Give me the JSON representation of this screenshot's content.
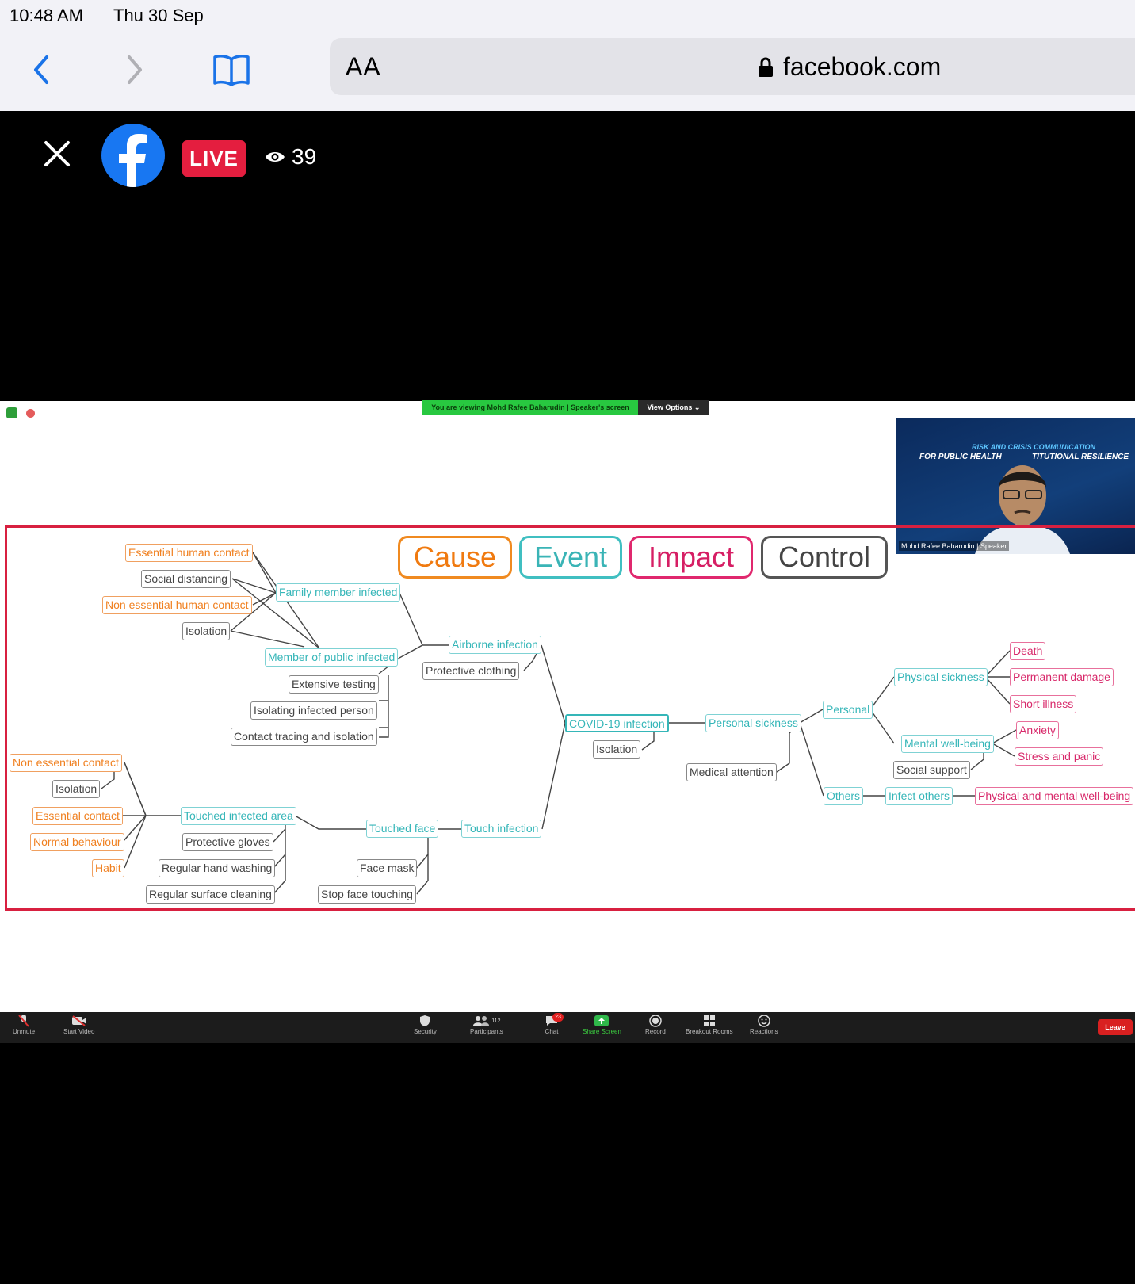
{
  "status": {
    "time": "10:48 AM",
    "date": "Thu 30 Sep"
  },
  "browser": {
    "aa_label": "AA",
    "host": "facebook.com"
  },
  "facebook": {
    "live_label": "LIVE",
    "viewer_count": "39"
  },
  "zoom": {
    "banner": "You are viewing Mohd Rafee Baharudin | Speaker's screen",
    "view_options": "View Options ⌄",
    "speaker_label": "Mohd Rafee Baharudin | Speaker",
    "speaker_slide_title1": "RISK AND CRISIS COMMUNICATION",
    "speaker_slide_title2": "FOR PUBLIC HEALTH",
    "speaker_slide_title3": "TITUTIONAL RESILIENCE",
    "toolbar": {
      "unmute": "Unmute",
      "start_video": "Start Video",
      "security": "Security",
      "participants": "Participants",
      "participants_count": "112",
      "chat": "Chat",
      "chat_badge": "23",
      "share_screen": "Share Screen",
      "record": "Record",
      "breakout": "Breakout Rooms",
      "reactions": "Reactions",
      "leave": "Leave"
    }
  },
  "legend": {
    "cause": "Cause",
    "event": "Event",
    "impact": "Impact",
    "control": "Control"
  },
  "nodes": {
    "essential_human_contact": "Essential human contact",
    "social_distancing": "Social distancing",
    "non_essential_human_contact": "Non essential human contact",
    "isolation_a": "Isolation",
    "family_member_infected": "Family member infected",
    "member_public_infected": "Member of public infected",
    "extensive_testing": "Extensive testing",
    "isolating_infected_person": "Isolating infected person",
    "contact_tracing": "Contact tracing and isolation",
    "airborne_infection": "Airborne infection",
    "protective_clothing": "Protective clothing",
    "covid_infection": "COVID-19 infection",
    "isolation_b": "Isolation",
    "personal_sickness": "Personal sickness",
    "medical_attention": "Medical attention",
    "personal": "Personal",
    "physical_sickness": "Physical sickness",
    "death": "Death",
    "permanent_damage": "Permanent damage",
    "short_illness": "Short illness",
    "mental_wellbeing": "Mental well-being",
    "anxiety": "Anxiety",
    "stress_panic": "Stress and panic",
    "social_support": "Social support",
    "others": "Others",
    "infect_others": "Infect others",
    "phys_mental_wellbeing": "Physical and mental well-being",
    "non_essential_contact": "Non essential contact",
    "isolation_c": "Isolation",
    "essential_contact": "Essential contact",
    "normal_behaviour": "Normal behaviour",
    "habit": "Habit",
    "touched_infected_area": "Touched infected area",
    "protective_gloves": "Protective gloves",
    "regular_hand_washing": "Regular hand washing",
    "regular_surface_cleaning": "Regular surface cleaning",
    "touched_face": "Touched face",
    "touch_infection": "Touch infection",
    "face_mask": "Face mask",
    "stop_face_touching": "Stop face touching"
  }
}
